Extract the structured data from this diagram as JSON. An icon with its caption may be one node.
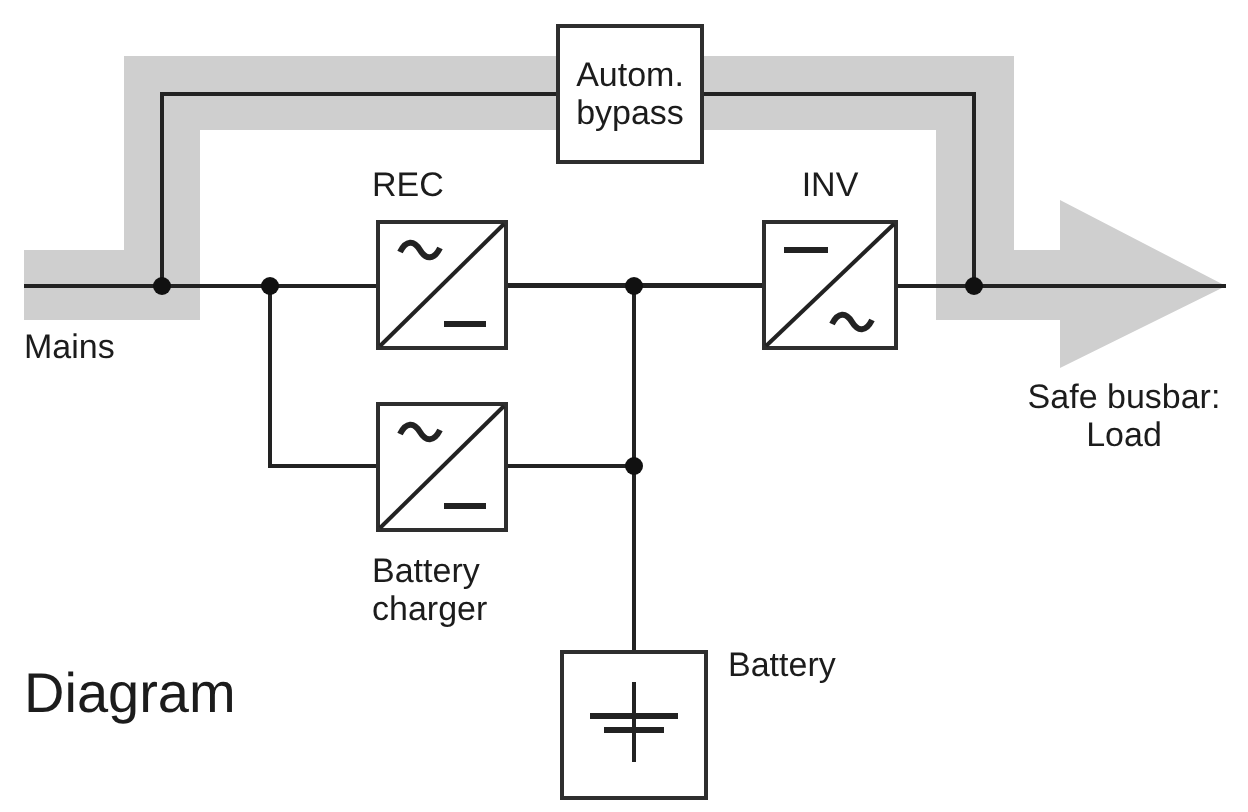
{
  "diagram": {
    "title": "Diagram",
    "nodes": [
      {
        "text": [
          "Autom. bypass"
        ]
      },
      {
        "text": [
          "REC"
        ]
      },
      {
        "text": [
          "INV"
        ]
      },
      {
        "text": [
          "Battery charger"
        ]
      },
      {
        "text": [
          "Battery"
        ]
      }
    ],
    "edges": [
      {
        "from": null,
        "to": 0,
        "arrow": "none"
      },
      {
        "from": null,
        "to": 1,
        "arrow": "none"
      },
      {
        "from": null,
        "to": 3,
        "arrow": "none"
      },
      {
        "from": 1,
        "to": 2,
        "arrow": "none"
      },
      {
        "from": 1,
        "to": 4,
        "arrow": "none"
      },
      {
        "from": 3,
        "to": 2,
        "arrow": "none"
      },
      {
        "from": 3,
        "to": 4,
        "arrow": "none"
      },
      {
        "from": 0,
        "to": null,
        "arrow": "none"
      },
      {
        "from": 2,
        "to": null,
        "arrow": "none"
      }
    ],
    "labels": [
      "Mains",
      "Safe busbar: Load"
    ]
  }
}
